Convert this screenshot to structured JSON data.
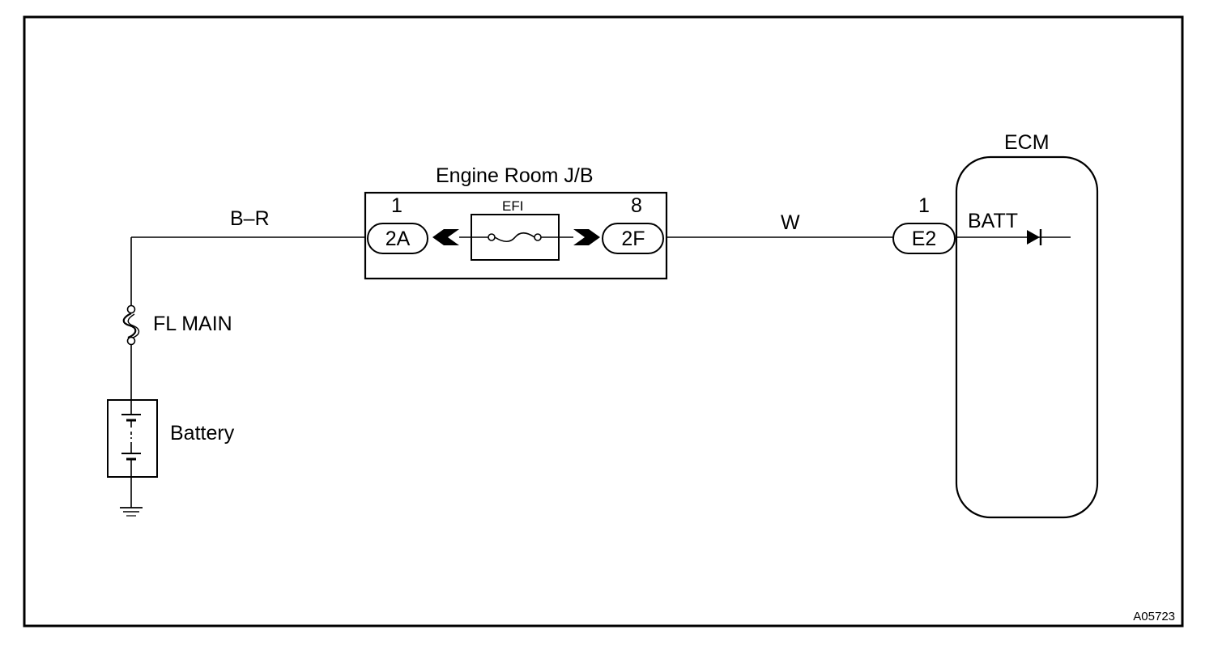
{
  "diagram": {
    "figure_code": "A05723",
    "battery": {
      "label": "Battery"
    },
    "fl_main": {
      "label": "FL MAIN"
    },
    "wire_left": {
      "color_code": "B–R"
    },
    "wire_right": {
      "color_code": "W"
    },
    "junction_block": {
      "title": "Engine Room J/B",
      "fuse_label": "EFI",
      "left_pin": "1",
      "left_connector": "2A",
      "right_pin": "8",
      "right_connector": "2F"
    },
    "ecm": {
      "title": "ECM",
      "pin": "1",
      "connector": "E2",
      "terminal": "BATT"
    }
  }
}
